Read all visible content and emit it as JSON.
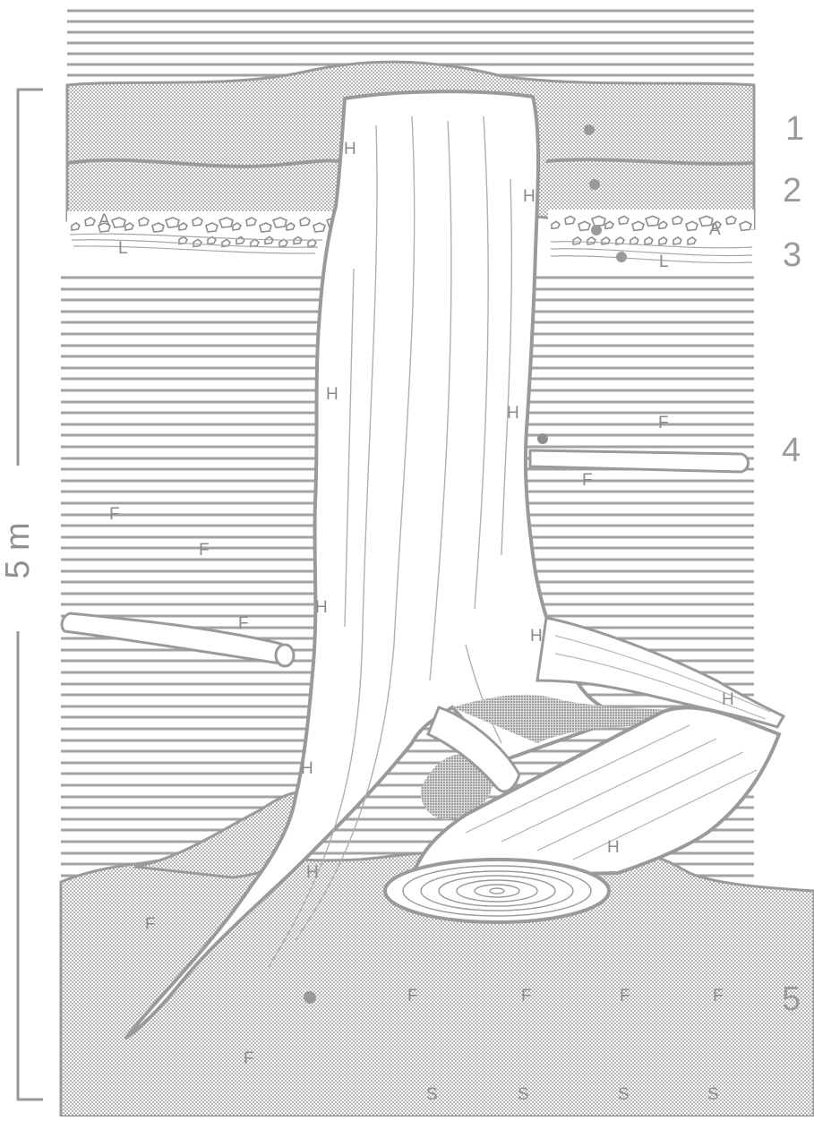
{
  "scale": {
    "label": "5 m"
  },
  "layer_numbers": [
    "1",
    "2",
    "3",
    "4",
    "5"
  ],
  "marks": {
    "H": "H",
    "F": "F",
    "A": "A",
    "L": "L",
    "S": "S"
  },
  "colors": {
    "stipple": "#b3b3b3",
    "stipple_dark": "#9e9e9e",
    "line": "#9a9a9a",
    "text": "#8a8a8a",
    "wood": "#ffffff"
  }
}
